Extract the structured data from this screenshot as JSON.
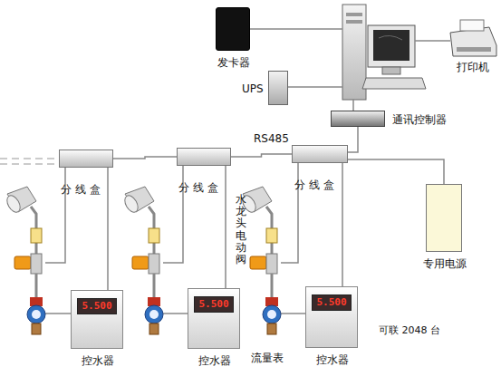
{
  "diagram": {
    "nodes": [
      {
        "text": [
          "发卡器"
        ]
      },
      {
        "text": [
          "UPS"
        ]
      },
      {
        "text": [
          "打印机"
        ]
      },
      {
        "text": [
          "通讯控制器"
        ]
      },
      {
        "text": [
          "分 线 盒"
        ]
      },
      {
        "text": [
          "分 线 盒"
        ]
      },
      {
        "text": [
          "分 线 盒"
        ]
      },
      {
        "text": [
          "专用电源"
        ]
      },
      {
        "text": [
          "5.500",
          "控水器"
        ]
      },
      {
        "text": [
          "5.500",
          "控水器"
        ]
      },
      {
        "text": [
          "5.500",
          "控水器"
        ]
      }
    ],
    "edges": [
      {
        "from": 3,
        "to": 6,
        "arrow": "none"
      },
      {
        "from": 6,
        "to": 5,
        "arrow": "none"
      },
      {
        "from": 5,
        "to": 4,
        "arrow": "none"
      },
      {
        "from": 7,
        "to": 6,
        "arrow": "none"
      },
      {
        "from": 4,
        "to": 8,
        "arrow": "none"
      },
      {
        "from": 5,
        "to": 9,
        "arrow": "none"
      },
      {
        "from": 6,
        "to": 10,
        "arrow": "none"
      }
    ],
    "labels": [
      "RS485",
      "水龙头电动阀",
      "流量表",
      "可联 2048 台"
    ]
  }
}
